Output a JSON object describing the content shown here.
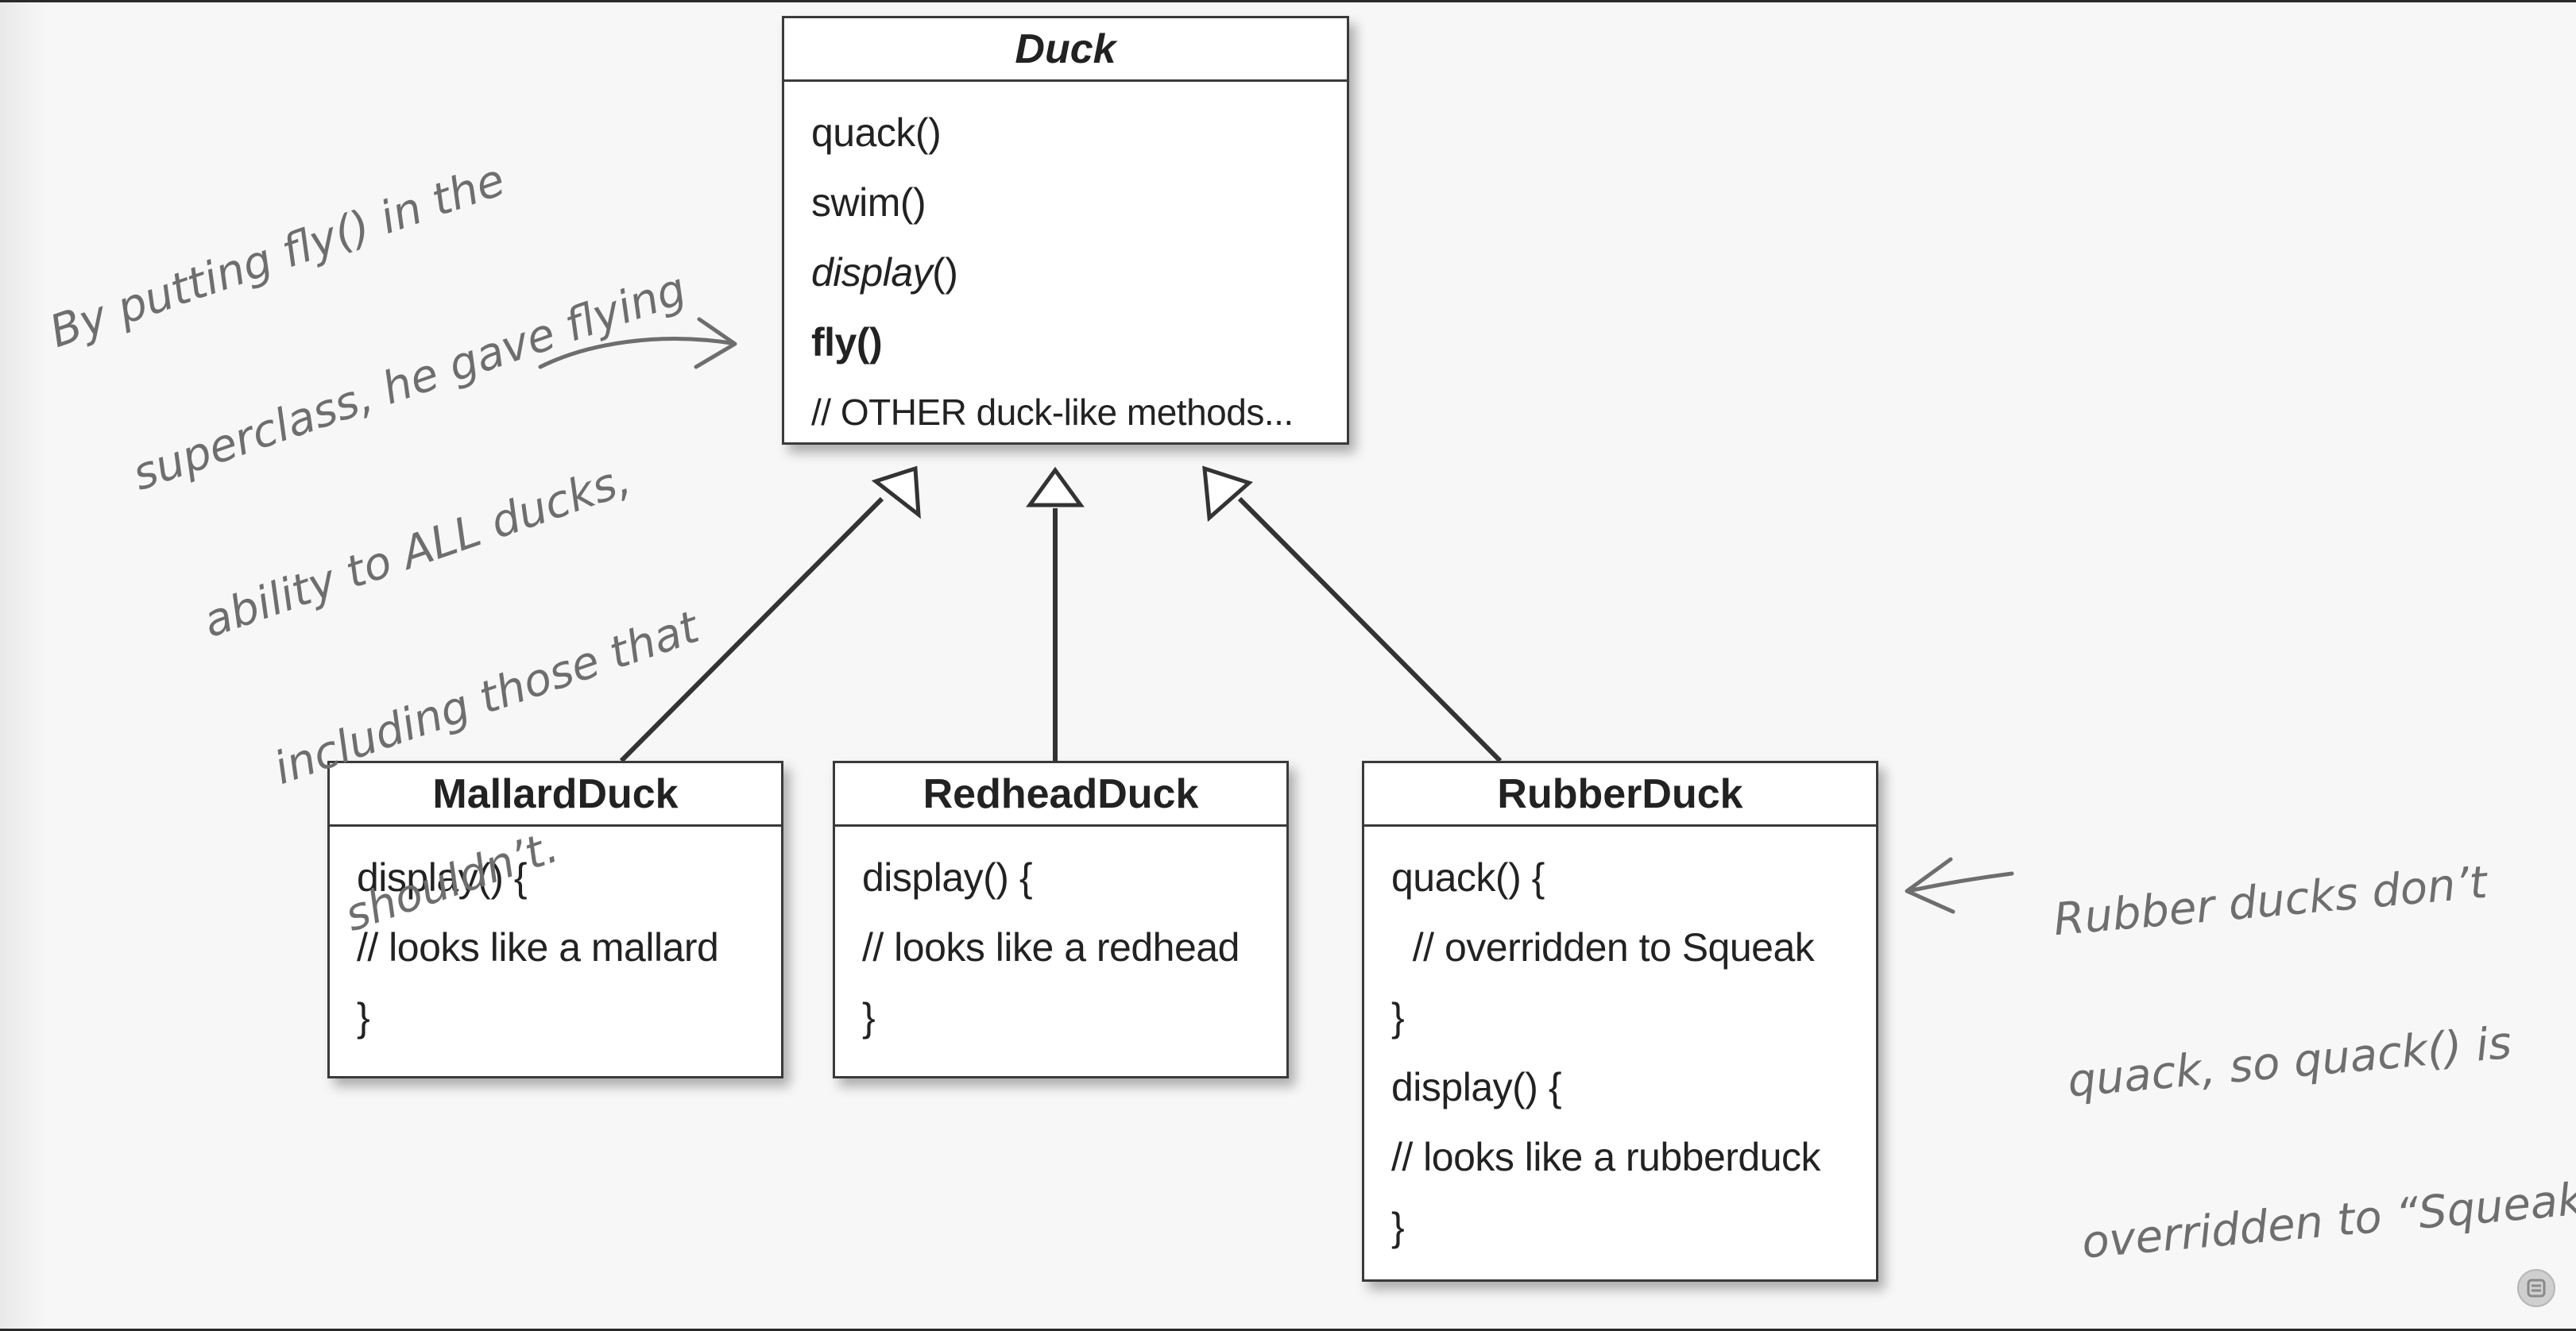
{
  "diagram": {
    "superclass": {
      "name": "Duck",
      "methods": {
        "quack": "quack()",
        "swim": "swim()",
        "display_italic": "display",
        "display_parens": "()",
        "fly": "fly()",
        "other": "// OTHER duck-like methods..."
      }
    },
    "subclasses": [
      {
        "name": "MallardDuck",
        "lines": [
          "display() {",
          "// looks like a mallard",
          "}"
        ]
      },
      {
        "name": "RedheadDuck",
        "lines": [
          "display() {",
          "// looks like a redhead",
          "}"
        ]
      },
      {
        "name": "RubberDuck",
        "lines": [
          "quack() {",
          "  // overridden to Squeak",
          "}",
          "display() {",
          "// looks like a rubberduck",
          "}"
        ]
      }
    ],
    "annotations": {
      "left": [
        "By putting fly() in the",
        "superclass, he gave flying",
        "ability to ALL ducks,",
        "including those that",
        "shouldn’t."
      ],
      "right": [
        "Rubber ducks don’t",
        "quack, so quack() is",
        "overridden to “Squeak”."
      ]
    }
  },
  "icons": {
    "corner": "settings-badge-icon"
  }
}
